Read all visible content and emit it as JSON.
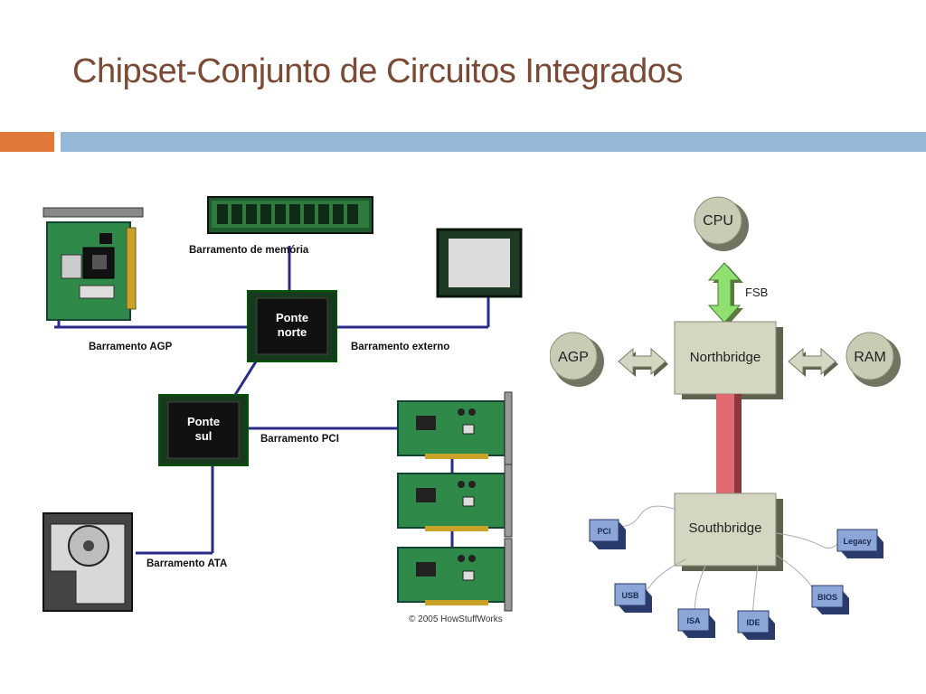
{
  "slide": {
    "title": "Chipset-Conjunto de Circuitos Integrados",
    "accent_orange": "#e0783a",
    "accent_blue": "#94b8d6"
  },
  "left_diagram": {
    "bus_labels": {
      "memory": "Barramento de memória",
      "agp": "Barramento AGP",
      "external": "Barramento externo",
      "pci": "Barramento PCI",
      "ata": "Barramento ATA"
    },
    "chips": {
      "north_line1": "Ponte",
      "north_line2": "norte",
      "south_line1": "Ponte",
      "south_line2": "sul"
    },
    "copyright": "© 2005 HowStuffWorks",
    "icons": [
      "ram-module-icon",
      "agp-card-icon",
      "monitor-icon",
      "pci-card-icon",
      "hard-drive-icon"
    ],
    "line_color": "#2a2a8a"
  },
  "right_diagram": {
    "cpu": "CPU",
    "fsb": "FSB",
    "agp": "AGP",
    "ram": "RAM",
    "northbridge": "Northbridge",
    "southbridge": "Southbridge",
    "peripherals": {
      "pci": "PCI",
      "legacy": "Legacy",
      "usb": "USB",
      "bios": "BIOS",
      "isa": "ISA",
      "ide": "IDE"
    },
    "bridge_link_color": "#e06a70",
    "fsb_arrow_color": "#8fe070"
  }
}
